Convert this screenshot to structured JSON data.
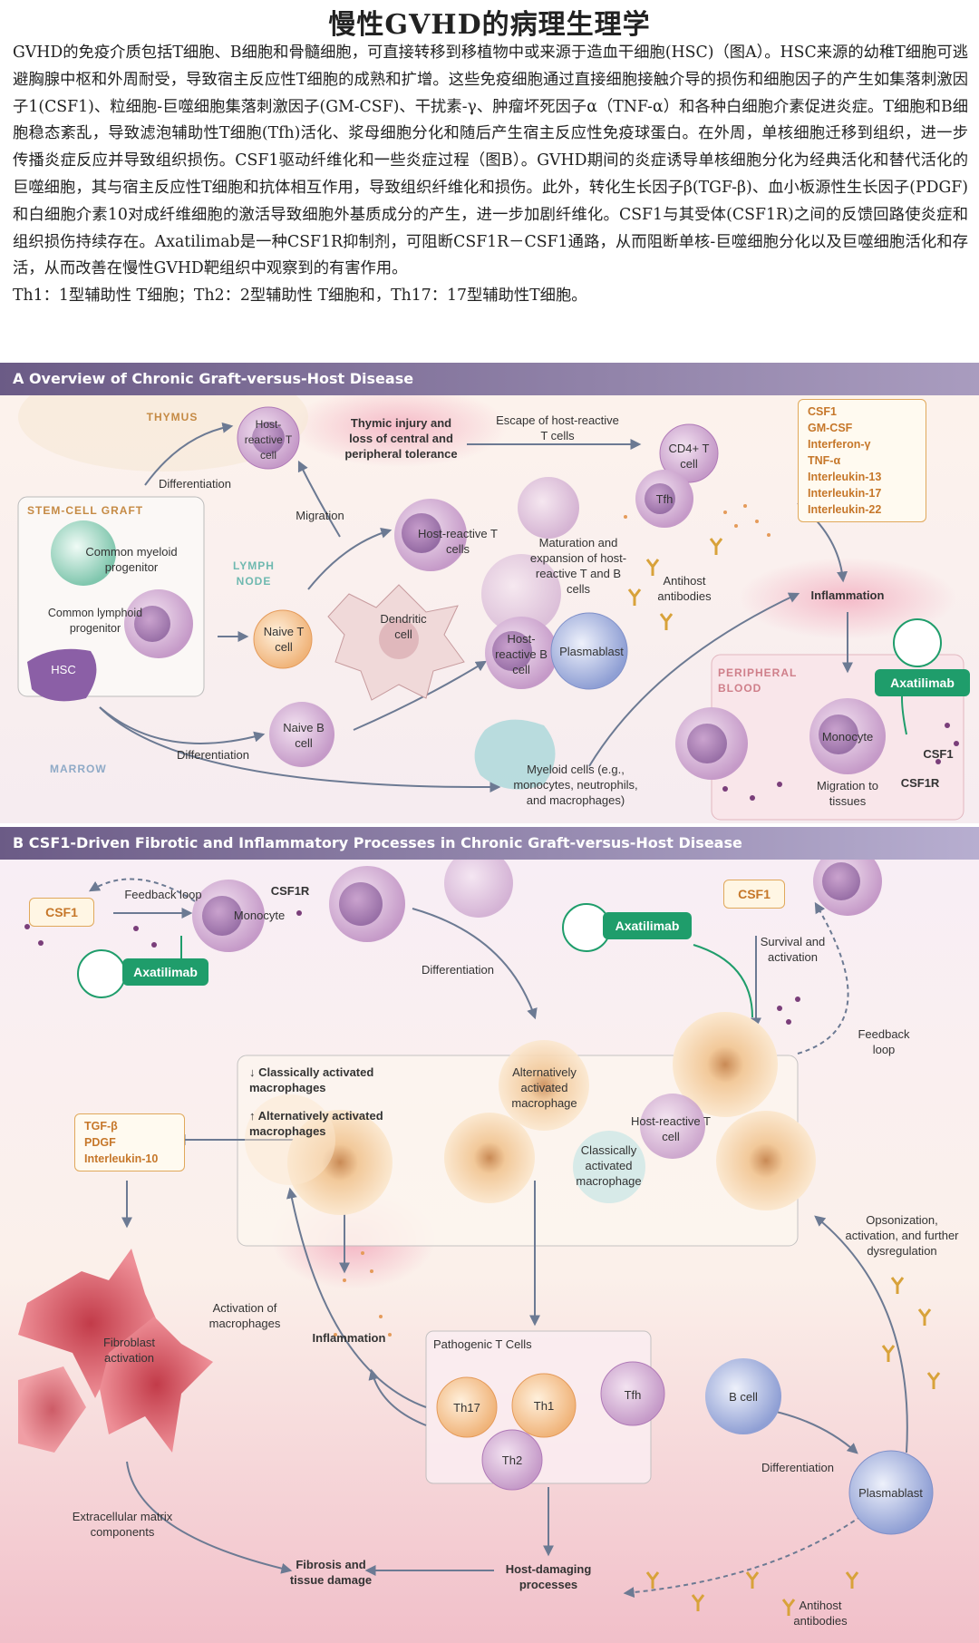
{
  "title": "慢性GVHD的病理生理学",
  "intro": "GVHD的免疫介质包括T细胞、B细胞和骨髓细胞，可直接转移到移植物中或来源于造血干细胞(HSC)（图A）。HSC来源的幼稚T细胞可逃避胸腺中枢和外周耐受，导致宿主反应性T细胞的成熟和扩增。这些免疫细胞通过直接细胞接触介导的损伤和细胞因子的产生如集落刺激因子1(CSF1)、粒细胞-巨噬细胞集落刺激因子(GM-CSF)、干扰素-γ、肿瘤坏死因子α（TNF-α）和各种白细胞介素促进炎症。T细胞和B细胞稳态紊乱，导致滤泡辅助性T细胞(Tfh)活化、浆母细胞分化和随后产生宿主反应性免疫球蛋白。在外周，单核细胞迁移到组织，进一步传播炎症反应并导致组织损伤。CSF1驱动纤维化和一些炎症过程（图B）。GVHD期间的炎症诱导单核细胞分化为经典活化和替代活化的巨噬细胞，其与宿主反应性T细胞和抗体相互作用，导致组织纤维化和损伤。此外，转化生长因子β(TGF-β)、血小板源性生长因子(PDGF)和白细胞介素10对成纤维细胞的激活导致细胞外基质成分的产生，进一步加剧纤维化。CSF1与其受体(CSF1R)之间的反馈回路使炎症和组织损伤持续存在。Axatilimab是一种CSF1R抑制剂，可阻断CSF1R－CSF1通路，从而阻断单核-巨噬细胞分化以及巨噬细胞活化和存活，从而改善在慢性GVHD靶组织中观察到的有害作用。",
  "intro_note": "Th1：1型辅助性 T细胞；Th2：2型辅助性 T细胞和，Th17：17型辅助性T细胞。",
  "panel_a": {
    "header": "A  Overview of Chronic Graft-versus-Host Disease",
    "thymus": "THYMUS",
    "stem_cell_graft": "STEM-CELL GRAFT",
    "lymph_node": "LYMPH NODE",
    "marrow": "MARROW",
    "peripheral_blood": "PERIPHERAL BLOOD",
    "host_reactive_t_cell": "Host-reactive T cell",
    "thymic_injury": "Thymic injury and loss of central and peripheral tolerance",
    "escape": "Escape of host-reactive T cells",
    "cd4": "CD4+ T cell",
    "tfh": "Tfh",
    "differentiation_top": "Differentiation",
    "migration": "Migration",
    "host_reactive_t_cells": "Host-reactive T cells",
    "maturation": "Maturation and expansion of host-reactive T and B cells",
    "antihost_antibodies": "Antihost antibodies",
    "inflammation": "Inflammation",
    "common_myeloid": "Common myeloid progenitor",
    "common_lymphoid": "Common lymphoid progenitor",
    "hsc": "HSC",
    "naive_t": "Naive T cell",
    "dendritic": "Dendritic cell",
    "host_reactive_b": "Host-reactive B cell",
    "plasmablast": "Plasmablast",
    "naive_b": "Naive B cell",
    "differentiation_bottom": "Differentiation",
    "myeloid_cells": "Myeloid cells (e.g., monocytes, neutrophils, and macrophages)",
    "axatilimab": "Axatilimab",
    "monocyte": "Monocyte",
    "csf1": "CSF1",
    "csf1r": "CSF1R",
    "migration_tissues": "Migration to tissues",
    "cytokines": [
      "CSF1",
      "GM-CSF",
      "Interferon-γ",
      "TNF-α",
      "Interleukin-13",
      "Interleukin-17",
      "Interleukin-22"
    ]
  },
  "panel_b": {
    "header": "B  CSF1-Driven Fibrotic and Inflammatory Processes in Chronic Graft-versus-Host Disease",
    "feedback_loop_left": "Feedback loop",
    "csf1r": "CSF1R",
    "csf1_left": "CSF1",
    "monocyte": "Monocyte",
    "axatilimab_left": "Axatilimab",
    "differentiation": "Differentiation",
    "axatilimab_right": "Axatilimab",
    "csf1_right": "CSF1",
    "survival": "Survival and activation",
    "feedback_loop_right": "Feedback loop",
    "classically_down": "↓ Classically activated macrophages",
    "alternatively_up": "↑ Alternatively activated macrophages",
    "alt_macrophage": "Alternatively activated macrophage",
    "host_reactive_t": "Host-reactive T cell",
    "classic_macrophage": "Classically activated macrophage",
    "opsonization": "Opsonization, activation, and further dysregulation",
    "growth_factors": [
      "TGF-β",
      "PDGF",
      "Interleukin-10"
    ],
    "fibroblast": "Fibroblast activation",
    "activation_macrophages": "Activation of macrophages",
    "inflammation": "Inflammation",
    "pathogenic_t": "Pathogenic T Cells",
    "th17": "Th17",
    "th1": "Th1",
    "th2": "Th2",
    "tfh": "Tfh",
    "b_cell": "B cell",
    "differentiation_b": "Differentiation",
    "plasmablast": "Plasmablast",
    "ecm": "Extracellular matrix components",
    "fibrosis": "Fibrosis and tissue damage",
    "host_damaging": "Host-damaging processes",
    "antihost_antibodies": "Antihost antibodies"
  }
}
